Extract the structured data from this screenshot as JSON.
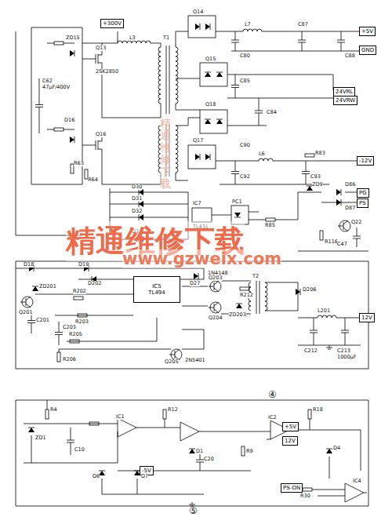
{
  "diagram": {
    "nodes": [
      {
        "text": [
          "+300V"
        ]
      },
      {
        "text": [
          "+5V"
        ]
      },
      {
        "text": [
          "GND"
        ]
      },
      {
        "text": [
          "24VRL"
        ]
      },
      {
        "text": [
          "24VRW"
        ]
      },
      {
        "text": [
          "-12V"
        ]
      },
      {
        "text": [
          "PG"
        ]
      },
      {
        "text": [
          "PS"
        ]
      },
      {
        "text": [
          "12V"
        ]
      },
      {
        "text": [
          "IC5",
          "TL494"
        ]
      },
      {
        "text": [
          "+5V"
        ]
      },
      {
        "text": [
          "12V"
        ]
      },
      {
        "text": [
          "PS-ON"
        ]
      },
      {
        "text": [
          "-5V"
        ]
      }
    ],
    "labels": [
      "ZD15",
      "Q13",
      "2SK2850",
      "D16",
      "Q16",
      "R63",
      "R64",
      "C62",
      "47μF/400V",
      "L3",
      "T1",
      "Q14",
      "Q15",
      "Q18",
      "Q17",
      "L7",
      "C87",
      "C88",
      "C80",
      "C85",
      "C84",
      "C90",
      "L6",
      "C92",
      "C93",
      "R83",
      "D30",
      "D31",
      "D32",
      "D33",
      "IC7",
      "TL431",
      "PC1",
      "R85",
      "ZD9",
      "D86",
      "D87",
      "Q22",
      "R116",
      "C47",
      "D18",
      "D19",
      "D202",
      "D27",
      "1N4148",
      "ZD201",
      "Q201",
      "C201",
      "R202",
      "R203",
      "C203",
      "R205",
      "Q203",
      "Q204",
      "R212",
      "T2",
      "ZD203",
      "D206",
      "L201",
      "C212",
      "C213",
      "1000μF",
      "R206",
      "Q205",
      "2N5401",
      "④",
      "R4",
      "ZD1",
      "IC1",
      "C10",
      "R12",
      "D1",
      "IC2",
      "R18",
      "D4",
      "IC4",
      "D6",
      "D7",
      "R9",
      "C20",
      "R30",
      "⑤",
      "精通维修下载",
      "www.gzweix.com",
      "精通维修下载"
    ]
  }
}
